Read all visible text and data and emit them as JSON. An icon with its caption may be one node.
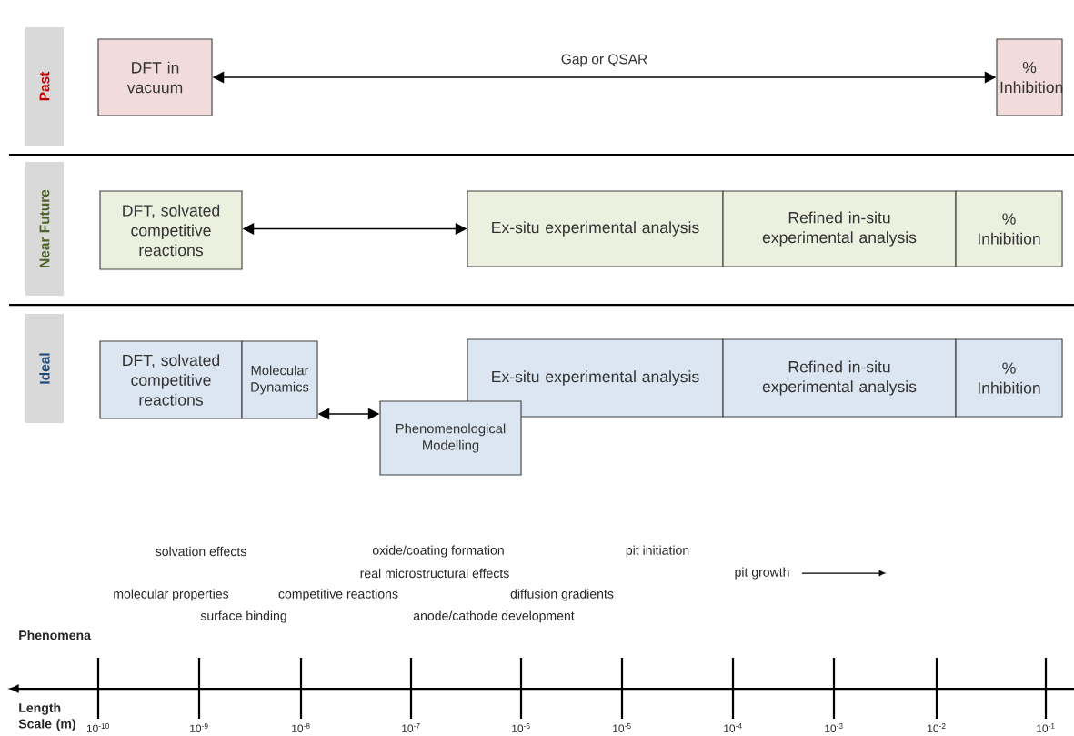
{
  "diagram": {
    "nodes": [
      {
        "text": [
          "Past"
        ]
      },
      {
        "text": [
          "DFT in vacuum"
        ]
      },
      {
        "text": [
          "% Inhibition"
        ]
      },
      {
        "text": [
          "Near Future"
        ]
      },
      {
        "text": [
          "DFT, solvated competitive reactions"
        ]
      },
      {
        "text": [
          "Ex-situ experimental analysis"
        ]
      },
      {
        "text": [
          "Refined in-situ experimental analysis"
        ]
      },
      {
        "text": [
          "% Inhibition"
        ]
      },
      {
        "text": [
          "Ideal"
        ]
      },
      {
        "text": [
          "DFT, solvated competitive reactions"
        ]
      },
      {
        "text": [
          "Molecular Dynamics"
        ]
      },
      {
        "text": [
          "Ex-situ experimental analysis"
        ]
      },
      {
        "text": [
          "Refined in-situ experimental analysis"
        ]
      },
      {
        "text": [
          "% Inhibition"
        ]
      },
      {
        "text": [
          "Phenomenological Modelling"
        ]
      }
    ],
    "edges": [
      {
        "from": 1,
        "to": 2,
        "arrow": "both",
        "label": "Gap or QSAR"
      },
      {
        "from": 4,
        "to": 5,
        "arrow": "both"
      },
      {
        "from": 10,
        "to": 14,
        "arrow": "both"
      }
    ],
    "labels": [
      "solvation effects",
      "oxide/coating formation",
      "pit initiation",
      "real microstructural effects",
      "pit growth",
      "molecular properties",
      "competitive reactions",
      "diffusion gradients",
      "surface binding",
      "anode/cathode development",
      "Phenomena",
      "Length Scale (m)",
      "10$^{-10}$",
      "10$^{-9}$",
      "10$^{-8}$",
      "10$^{-7}$",
      "10$^{-6}$",
      "10$^{-5}$",
      "10$^{-4}$",
      "10$^{-3}$",
      "10$^{-2}$",
      "10$^{-1}$"
    ]
  }
}
